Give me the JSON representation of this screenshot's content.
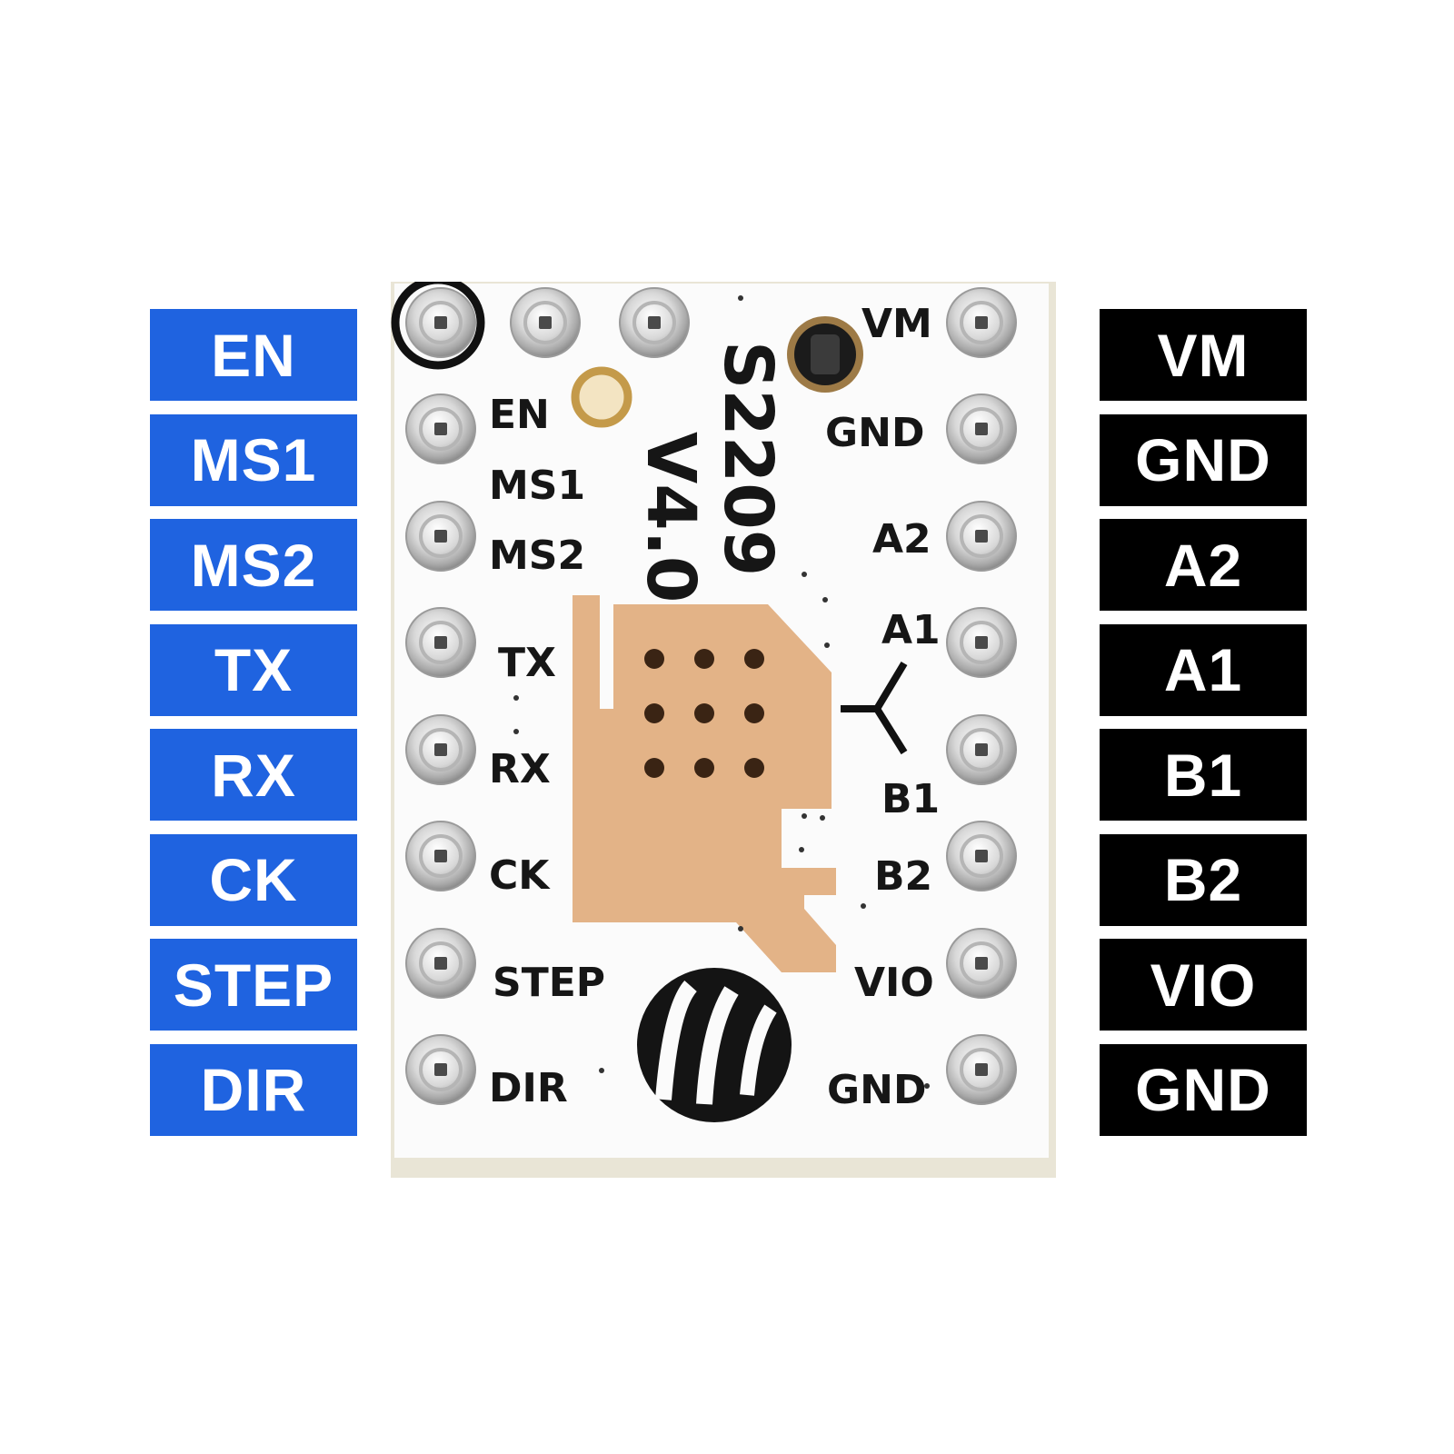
{
  "colors": {
    "left_label_bg": "#1f63e0",
    "right_label_bg": "#000000",
    "board_white": "#fbfbfb",
    "thermal_pad": "#e3b387",
    "silkscreen": "#161616"
  },
  "left_labels": [
    "EN",
    "MS1",
    "MS2",
    "TX",
    "RX",
    "CK",
    "STEP",
    "DIR"
  ],
  "right_labels": [
    "VM",
    "GND",
    "A2",
    "A1",
    "B1",
    "B2",
    "VIO",
    "GND"
  ],
  "board": {
    "model": "S2209",
    "version": "V4.0",
    "silk_left": [
      "EN",
      "MS1",
      "MS2",
      "TX",
      "RX",
      "CK",
      "STEP",
      "DIR"
    ],
    "silk_right": [
      "VM",
      "GND",
      "A2",
      "A1",
      "B1",
      "B2",
      "VIO",
      "GND"
    ],
    "logo_icon": "brand-logo-icon"
  }
}
